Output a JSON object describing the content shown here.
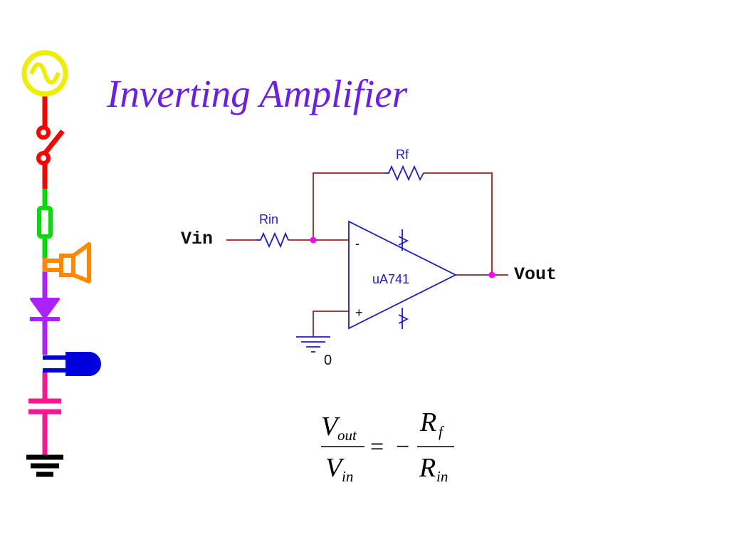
{
  "title": "Inverting Amplifier",
  "colors": {
    "title": "#6a1ee6",
    "wire": "#a01e1e",
    "component": "#1d1dbd",
    "node": "#ff00ff",
    "text": "#111111"
  },
  "side_strip": {
    "icons": [
      {
        "name": "ac-source-icon",
        "color": "#eeee00"
      },
      {
        "name": "switch-icon",
        "color": "#ff0000"
      },
      {
        "name": "fuse-icon",
        "color": "#00dd00"
      },
      {
        "name": "speaker-icon",
        "color": "#ff8800"
      },
      {
        "name": "diode-icon",
        "color": "#aa22ff"
      },
      {
        "name": "lamp-icon",
        "color": "#0000dd"
      },
      {
        "name": "capacitor-icon",
        "color": "#ff1493"
      },
      {
        "name": "ground-icon",
        "color": "#000000"
      }
    ]
  },
  "circuit": {
    "input_label": "Vin",
    "output_label": "Vout",
    "rin_label": "Rin",
    "rf_label": "Rf",
    "opamp_label": "uA741",
    "minus_label": "-",
    "plus_label": "+",
    "ground_label": "0"
  },
  "equation": {
    "v": "V",
    "out_sub": "out",
    "in_sub": "in",
    "r": "R",
    "f_sub": "f",
    "equals": "=",
    "minus": "−"
  }
}
